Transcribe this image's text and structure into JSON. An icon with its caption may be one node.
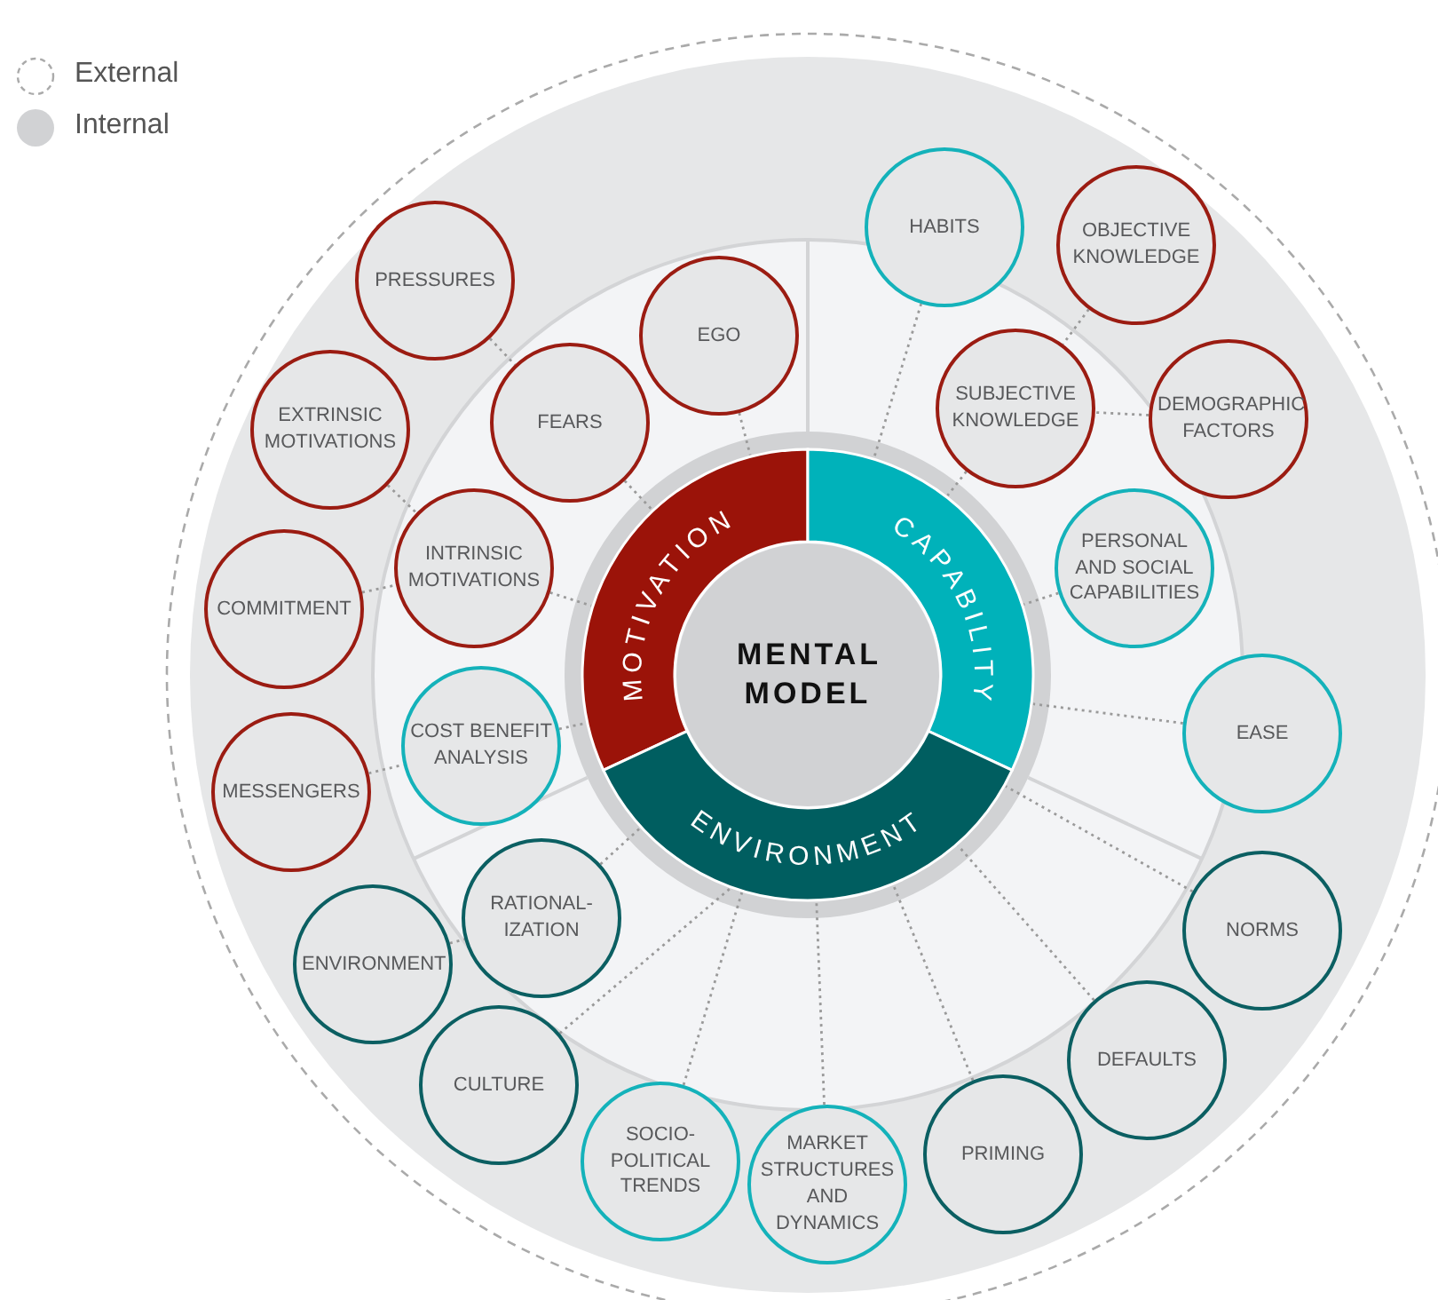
{
  "diagram": {
    "nodes": [
      {
        "text": [
          "MENTAL MODEL"
        ]
      },
      {
        "text": [
          "MOTIVATION"
        ]
      },
      {
        "text": [
          "CAPABILITY"
        ]
      },
      {
        "text": [
          "ENVIRONMENT"
        ]
      },
      {
        "text": [
          "HABITS"
        ]
      },
      {
        "text": [
          "OBJECTIVE KNOWLEDGE"
        ]
      },
      {
        "text": [
          "PRESSURES"
        ]
      },
      {
        "text": [
          "EGO"
        ]
      },
      {
        "text": [
          "SUBJECTIVE KNOWLEDGE"
        ]
      },
      {
        "text": [
          "DEMOGRAPHIC FACTORS"
        ]
      },
      {
        "text": [
          "FEARS"
        ]
      },
      {
        "text": [
          "EXTRINSIC MOTIVATIONS"
        ]
      },
      {
        "text": [
          "INTRINSIC MOTIVATIONS"
        ]
      },
      {
        "text": [
          "PERSONAL AND SOCIAL CAPABILITIES"
        ]
      },
      {
        "text": [
          "COMMITMENT"
        ]
      },
      {
        "text": [
          "EASE"
        ]
      },
      {
        "text": [
          "COST BENEFIT ANALYSIS"
        ]
      },
      {
        "text": [
          "MESSENGERS"
        ]
      },
      {
        "text": [
          "RATIONAL- IZATION"
        ]
      },
      {
        "text": [
          "NORMS"
        ]
      },
      {
        "text": [
          "ENVIRONMENT"
        ]
      },
      {
        "text": [
          "DEFAULTS"
        ]
      },
      {
        "text": [
          "CULTURE"
        ]
      },
      {
        "text": [
          "PRIMING"
        ]
      },
      {
        "text": [
          "SOCIO- POLITICAL TRENDS"
        ]
      },
      {
        "text": [
          "MARKET STRUCTURES AND DYNAMICS"
        ]
      }
    ],
    "edges": [
      {
        "from": 4,
        "to": 2,
        "arrow": "none"
      },
      {
        "from": 5,
        "to": 8,
        "arrow": "none"
      },
      {
        "from": 6,
        "to": 10,
        "arrow": "none"
      },
      {
        "from": 7,
        "to": 1,
        "arrow": "none"
      },
      {
        "from": 8,
        "to": 2,
        "arrow": "none"
      },
      {
        "from": 9,
        "to": 8,
        "arrow": "none"
      },
      {
        "from": 10,
        "to": 1,
        "arrow": "none"
      },
      {
        "from": 11,
        "to": 12,
        "arrow": "none"
      },
      {
        "from": 12,
        "to": 1,
        "arrow": "none"
      },
      {
        "from": 13,
        "to": 2,
        "arrow": "none"
      },
      {
        "from": 14,
        "to": 12,
        "arrow": "none"
      },
      {
        "from": 15,
        "to": 2,
        "arrow": "none"
      },
      {
        "from": 16,
        "to": 1,
        "arrow": "none"
      },
      {
        "from": 17,
        "to": 16,
        "arrow": "none"
      },
      {
        "from": 18,
        "to": 3,
        "arrow": "none"
      },
      {
        "from": 19,
        "to": 3,
        "arrow": "none"
      },
      {
        "from": 20,
        "to": 18,
        "arrow": "none"
      },
      {
        "from": 21,
        "to": 3,
        "arrow": "none"
      },
      {
        "from": 22,
        "to": 3,
        "arrow": "none"
      },
      {
        "from": 23,
        "to": 3,
        "arrow": "none"
      },
      {
        "from": 24,
        "to": 3,
        "arrow": "none"
      },
      {
        "from": 25,
        "to": 3,
        "arrow": "none"
      }
    ],
    "legend": [
      {
        "text": "External"
      },
      {
        "text": "Internal"
      }
    ]
  }
}
